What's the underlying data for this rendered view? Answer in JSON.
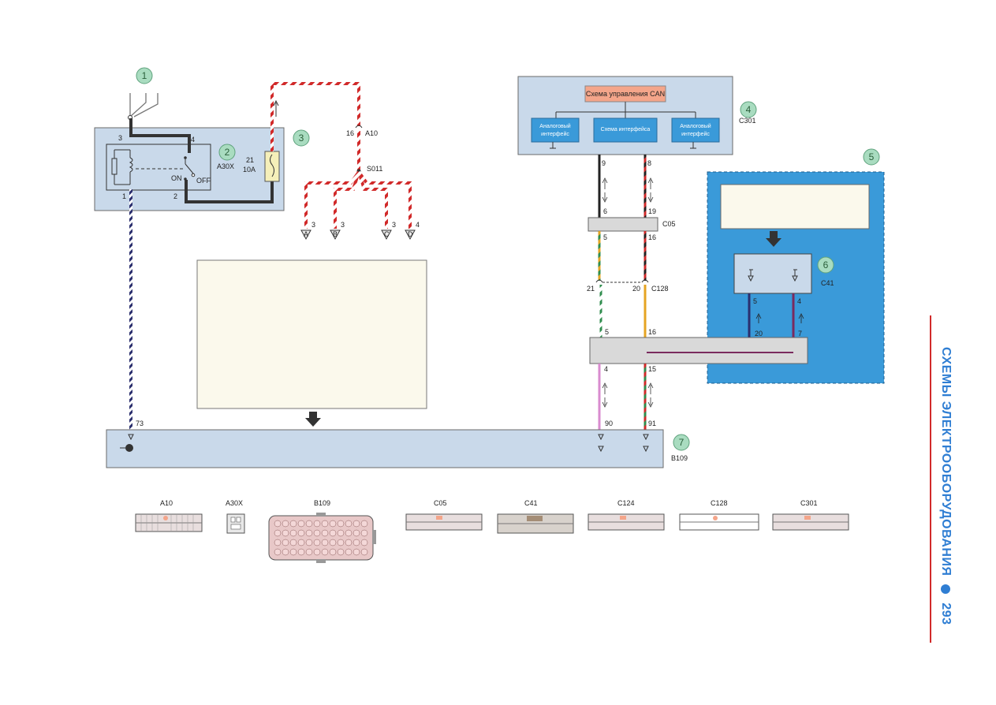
{
  "page": {
    "section_title": "СХЕМЫ ЭЛЕКТРООБОРУДОВАНИЯ",
    "page_number": "293"
  },
  "callouts": [
    "1",
    "2",
    "3",
    "4",
    "5",
    "6",
    "7"
  ],
  "relay": {
    "label": "A30X",
    "pin_top_left": "3",
    "pin_top_right": "4",
    "pin_bottom_left": "1",
    "pin_bottom_right": "2",
    "on_label": "ON",
    "off_label": "OFF"
  },
  "fuse": {
    "number": "21",
    "rating": "10A"
  },
  "splice": {
    "pin": "16",
    "connector": "A10",
    "label": "S011",
    "branches": [
      {
        "letter": "A",
        "pin": "3"
      },
      {
        "letter": "B",
        "pin": "3"
      },
      {
        "letter": "C",
        "pin": "3"
      },
      {
        "letter": "D",
        "pin": "4"
      }
    ]
  },
  "module_c301": {
    "label": "C301",
    "can_label": "Схема управления CAN",
    "interface_label": "Схема интерфейса",
    "analog_left": [
      "Аналоговый",
      "интерфейс"
    ],
    "analog_right": [
      "Аналоговый",
      "интерфейс"
    ],
    "pin_left": "9",
    "pin_right": "8"
  },
  "conn_c05": {
    "label": "C05",
    "top_left": "6",
    "top_right": "19",
    "bottom_left": "5",
    "bottom_right": "16"
  },
  "conn_c128": {
    "label": "C128",
    "left": "21",
    "right": "20"
  },
  "module_c41": {
    "label": "C41",
    "pin_left": "5",
    "pin_right": "4"
  },
  "junction_block": {
    "top_left": "5",
    "top_right": "16",
    "c41_left": "20",
    "c41_right": "7",
    "bottom_left": "4",
    "bottom_right": "15"
  },
  "module_b109": {
    "label": "B109",
    "pin_ground": "73",
    "pin_left": "90",
    "pin_right": "91"
  },
  "connectors": [
    {
      "name": "A10"
    },
    {
      "name": "A30X"
    },
    {
      "name": "B109"
    },
    {
      "name": "C05"
    },
    {
      "name": "C41"
    },
    {
      "name": "C124"
    },
    {
      "name": "C128"
    },
    {
      "name": "C301"
    }
  ],
  "colors": {
    "module_fill": "#c9d9ea",
    "module_stroke": "#6a6a6a",
    "dark_module": "#3a9ad9",
    "title_blue": "#2f7ed3",
    "wire_red": "#d12a2a",
    "callout_green": "#2a5f3a"
  }
}
